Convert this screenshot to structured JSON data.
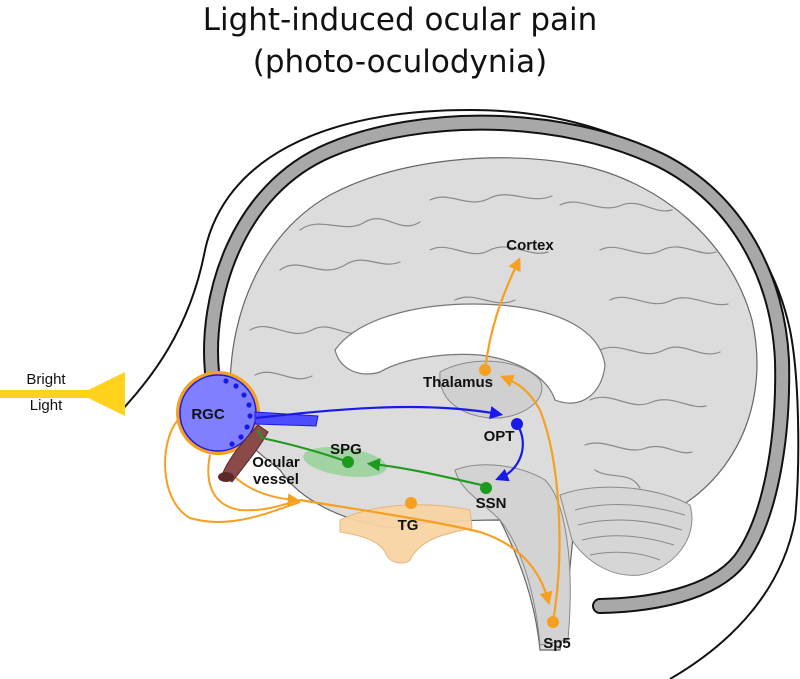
{
  "title": {
    "line1": "Light-induced ocular pain",
    "line2": "(photo-oculodynia)"
  },
  "stimulus": {
    "line1": "Bright",
    "line2": "Light"
  },
  "labels": {
    "cortex": "Cortex",
    "thalamus": "Thalamus",
    "rgc": "RGC",
    "opt": "OPT",
    "spg": "SPG",
    "ssn": "SSN",
    "ocular_vessel_line1": "Ocular",
    "ocular_vessel_line2": "vessel",
    "tg": "TG",
    "sp5": "Sp5"
  },
  "colors": {
    "pain_pathway": "#f5a020",
    "light_pathway": "#1a1ae6",
    "parasympathetic_pathway": "#1e9a1e",
    "stimulus": "#ffd21e",
    "eye_fill": "#7f7fff",
    "brain_fill": "#dcdcdc",
    "skull": "#a8a8a8"
  }
}
